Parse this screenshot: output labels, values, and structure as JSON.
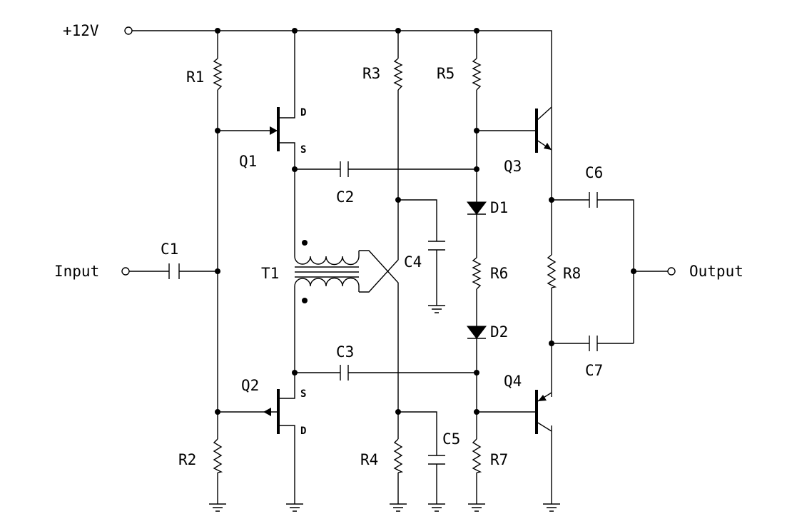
{
  "diagram": {
    "supply_label": "+12V",
    "input_label": "Input",
    "output_label": "Output",
    "components": {
      "R1": "R1",
      "R2": "R2",
      "R3": "R3",
      "R4": "R4",
      "R5": "R5",
      "R6": "R6",
      "R7": "R7",
      "R8": "R8",
      "C1": "C1",
      "C2": "C2",
      "C3": "C3",
      "C4": "C4",
      "C5": "C5",
      "C6": "C6",
      "C7": "C7",
      "Q1": "Q1",
      "Q2": "Q2",
      "Q3": "Q3",
      "Q4": "Q4",
      "D1": "D1",
      "D2": "D2",
      "T1": "T1"
    },
    "pins": {
      "drain": "D",
      "source": "S"
    }
  }
}
